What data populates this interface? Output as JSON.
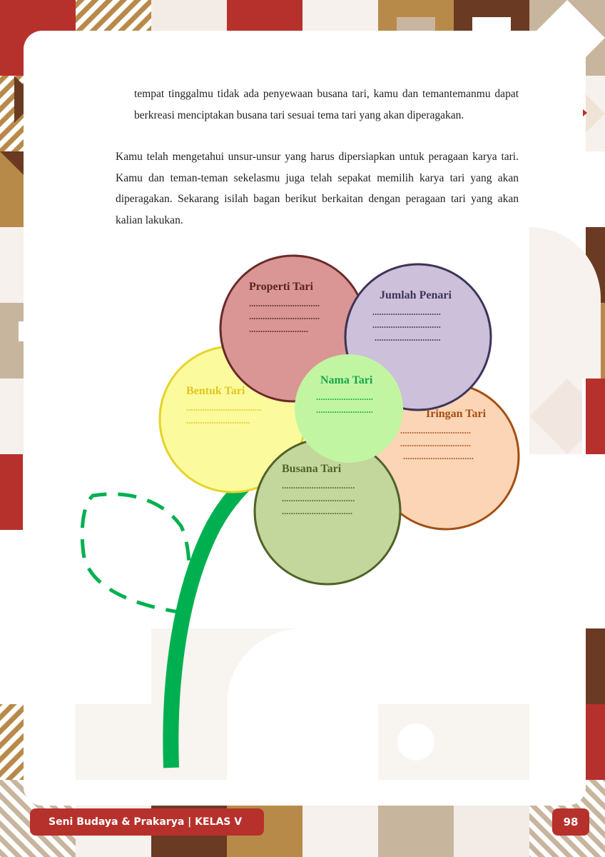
{
  "paragraphs": [
    "tempat tinggalmu tidak ada penyewaan busana tari, kamu dan temantemanmu dapat berkreasi menciptakan busana tari sesuai tema tari yang akan diperagakan.",
    "Kamu telah mengetahui unsur-unsur yang harus dipersiapkan untuk peragaan karya tari. Kamu dan teman-teman sekelasmu juga telah sepakat memilih karya tari yang akan diperagakan. Sekarang isilah bagan berikut berkaitan dengan peragaan tari yang akan kalian lakukan."
  ],
  "flower": {
    "petals": [
      {
        "id": "properti",
        "label": "Properti Tari",
        "fill": "#d99694",
        "stroke": "#6b2a2a",
        "text_color": "#5a2222",
        "lines": [
          "...............................",
          "...............................",
          ".........................."
        ]
      },
      {
        "id": "jumlah",
        "label": "Jumlah Penari",
        "fill": "#ccc0da",
        "stroke": "#3d3458",
        "text_color": "#3d3458",
        "lines": [
          "..............................",
          "..............................",
          "............................."
        ]
      },
      {
        "id": "bentuk",
        "label": "Bentuk Tari",
        "fill": "#fbfb9d",
        "stroke": "#e5d42a",
        "text_color": "#e3c51f",
        "lines": [
          ".................................",
          "............................"
        ]
      },
      {
        "id": "iringan",
        "label": "Iringan Tari",
        "fill": "#fbd5b5",
        "stroke": "#a34e13",
        "text_color": "#a34e13",
        "lines": [
          "...............................",
          "...............................",
          "..............................."
        ]
      },
      {
        "id": "busana",
        "label": "Busana Tari",
        "fill": "#c3d69b",
        "stroke": "#4f6228",
        "text_color": "#4f6228",
        "lines": [
          "................................",
          "................................",
          "..............................."
        ]
      },
      {
        "id": "nama",
        "label": "Nama Tari",
        "fill": "#c2f5a1",
        "stroke": "#c2f5a1",
        "text_color": "#12a84a",
        "lines": [
          ".........................",
          "........................."
        ]
      }
    ],
    "stem_color": "#00b050",
    "leaf_color": "#00b050"
  },
  "footer": {
    "book_title": "Seni Budaya & Prakarya | KELAS V",
    "page_number": "98"
  },
  "colors": {
    "accent_red": "#b7312c",
    "accent_brown": "#6b3a22",
    "accent_gold": "#b88a4a",
    "accent_beige": "#c8b59e"
  }
}
